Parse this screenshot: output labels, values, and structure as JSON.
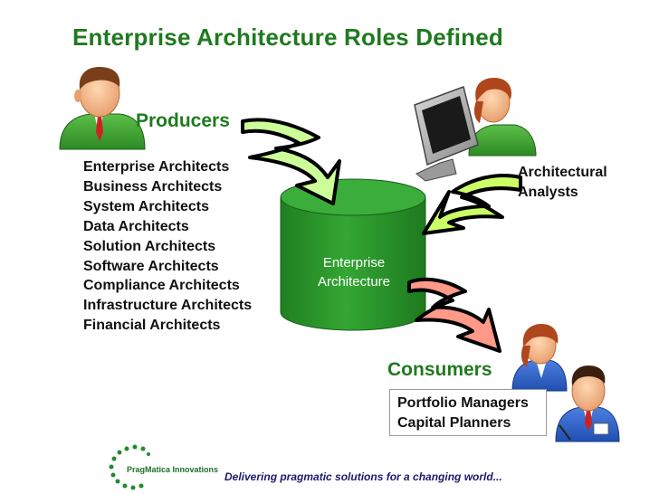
{
  "title": "Enterprise Architecture Roles Defined",
  "producers": {
    "heading": "Producers",
    "roles": [
      "Enterprise Architects",
      "Business Architects",
      "System Architects",
      "Data Architects",
      "Solution Architects",
      "Software Architects",
      "Compliance Architects",
      "Infrastructure Architects",
      "Financial Architects"
    ]
  },
  "repository": {
    "line1": "Enterprise",
    "line2": "Architecture"
  },
  "analysts": {
    "line1": "Architectural",
    "line2": "Analysts"
  },
  "consumers": {
    "heading": "Consumers",
    "roles": [
      "Portfolio Managers",
      "Capital Planners"
    ]
  },
  "footer": {
    "logo_text": "PragMatica Innovations",
    "tagline": "Delivering pragmatic solutions for a changing world..."
  },
  "colors": {
    "heading_green": "#1f7a1f",
    "cylinder_green": "#2d9a2d",
    "producer_arrow": "#ccff99",
    "analyst_arrow": "#ccff66",
    "consumer_arrow": "#ff9988"
  }
}
